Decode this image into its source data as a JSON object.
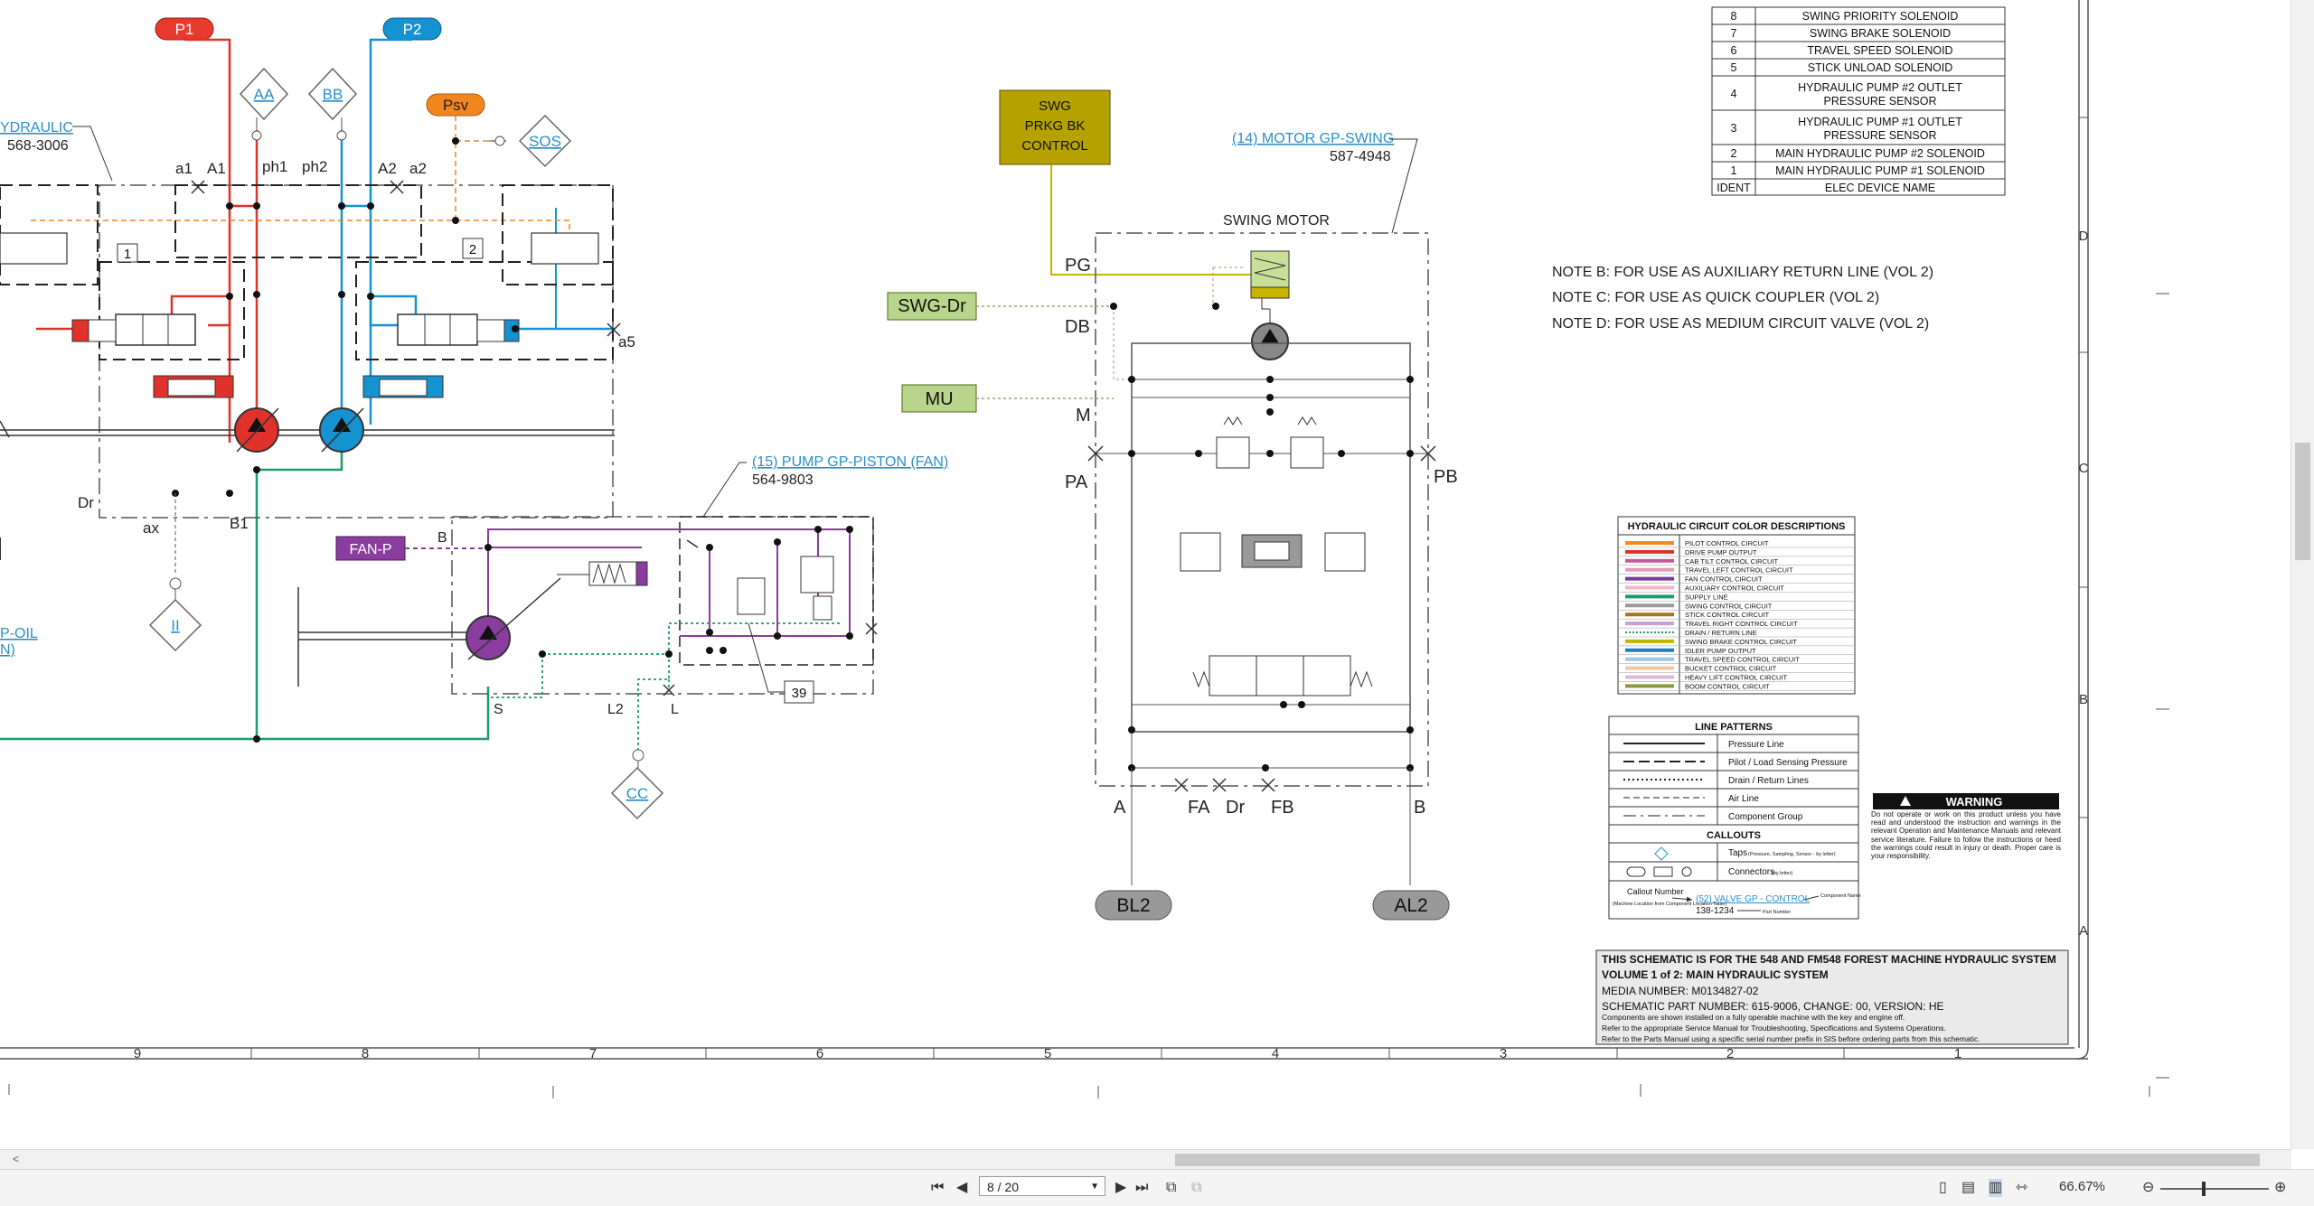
{
  "viewer": {
    "page_field": "8 / 20",
    "zoom": "66.67%"
  },
  "schematic": {
    "ports_top": {
      "p1": "P1",
      "p2": "P2",
      "psv": "Psv",
      "aa": "AA",
      "bb": "BB",
      "sos": "SOS"
    },
    "left_callout": {
      "name": "YDRAULIC",
      "part": "568-3006"
    },
    "left_callout2": {
      "l1": "P-OIL",
      "l2": "N)"
    },
    "pump_labels": {
      "a1": "a1",
      "A1": "A1",
      "ph1": "ph1",
      "ph2": "ph2",
      "A2": "A2",
      "a2": "a2",
      "a5": "a5",
      "Dr": "Dr",
      "ax": "ax",
      "B1": "B1",
      "n1": "1",
      "n2": "2"
    },
    "ii": "II",
    "fan_pump": {
      "callout": "(15) PUMP GP-PISTON (FAN)",
      "part": "564-9803",
      "fanp": "FAN-P",
      "B": "B",
      "S": "S",
      "L2": "L2",
      "L": "L",
      "n39": "39",
      "cc": "CC"
    },
    "swing": {
      "control_l1": "SWG",
      "control_l2": "PRKG BK",
      "control_l3": "CONTROL",
      "callout": "(14) MOTOR GP-SWING",
      "part": "587-4948",
      "title": "SWING MOTOR",
      "PG": "PG",
      "DB": "DB",
      "M": "M",
      "PA": "PA",
      "PB": "PB",
      "A": "A",
      "FA": "FA",
      "Dr": "Dr",
      "FB": "FB",
      "B": "B",
      "swgdr": "SWG-Dr",
      "mu": "MU",
      "bl2": "BL2",
      "al2": "AL2"
    },
    "notes": [
      "NOTE B: FOR USE AS AUXILIARY RETURN LINE (VOL 2)",
      "NOTE C: FOR USE AS QUICK COUPLER (VOL 2)",
      "NOTE D: FOR USE AS MEDIUM CIRCUIT VALVE (VOL 2)"
    ],
    "elec_table": {
      "rows": [
        {
          "id": "8",
          "name": "SWING PRIORITY SOLENOID"
        },
        {
          "id": "7",
          "name": "SWING BRAKE SOLENOID"
        },
        {
          "id": "6",
          "name": "TRAVEL SPEED SOLENOID"
        },
        {
          "id": "5",
          "name": "STICK UNLOAD SOLENOID"
        },
        {
          "id": "4",
          "name": "HYDRAULIC PUMP #2 OUTLET",
          "name2": "PRESSURE SENSOR"
        },
        {
          "id": "3",
          "name": "HYDRAULIC PUMP #1 OUTLET",
          "name2": "PRESSURE SENSOR"
        },
        {
          "id": "2",
          "name": "MAIN HYDRAULIC PUMP #2 SOLENOID"
        },
        {
          "id": "1",
          "name": "MAIN HYDRAULIC PUMP #1 SOLENOID"
        }
      ],
      "header_id": "IDENT",
      "header_name": "ELEC DEVICE NAME"
    },
    "color_legend": {
      "title": "HYDRAULIC CIRCUIT COLOR DESCRIPTIONS",
      "items": [
        {
          "label": "PILOT CONTROL CIRCUIT",
          "color": "#f08a24",
          "dash": false
        },
        {
          "label": "DRIVE PUMP OUTPUT",
          "color": "#d9302a",
          "dash": false
        },
        {
          "label": "CAB TILT CONTROL CIRCUIT",
          "color": "#c45a9c",
          "dash": false
        },
        {
          "label": "TRAVEL LEFT CONTROL CIRCUIT",
          "color": "#e39ab8",
          "dash": false
        },
        {
          "label": "FAN CONTROL CIRCUIT",
          "color": "#7e3b96",
          "dash": false
        },
        {
          "label": "AUXILIARY CONTROL CIRCUIT",
          "color": "#f2b8c8",
          "dash": false
        },
        {
          "label": "SUPPLY LINE",
          "color": "#1a9e6a",
          "dash": false
        },
        {
          "label": "SWING CONTROL CIRCUIT",
          "color": "#9a9a9a",
          "dash": false
        },
        {
          "label": "STICK CONTROL CIRCUIT",
          "color": "#a8741e",
          "dash": false
        },
        {
          "label": "TRAVEL RIGHT CONTROL CIRCUIT",
          "color": "#c5a0d6",
          "dash": false
        },
        {
          "label": "DRAIN / RETURN LINE",
          "color": "#1a9e6a",
          "dash": true
        },
        {
          "label": "SWING BRAKE CONTROL CIRCUIT",
          "color": "#c9b400",
          "dash": false
        },
        {
          "label": "IDLER PUMP OUTPUT",
          "color": "#1f7fc4",
          "dash": false
        },
        {
          "label": "TRAVEL SPEED CONTROL CIRCUIT",
          "color": "#9cc8e8",
          "dash": false
        },
        {
          "label": "BUCKET CONTROL CIRCUIT",
          "color": "#f0c8a0",
          "dash": false
        },
        {
          "label": "HEAVY LIFT CONTROL CIRCUIT",
          "color": "#d8b8d8",
          "dash": false
        },
        {
          "label": "BOOM CONTROL CIRCUIT",
          "color": "#8a9a3a",
          "dash": false
        }
      ]
    },
    "line_patterns": {
      "title": "LINE PATTERNS",
      "items": [
        "Pressure Line",
        "Pilot / Load Sensing Pressure",
        "Drain / Return Lines",
        "Air Line",
        "Component Group"
      ],
      "callouts_title": "CALLOUTS",
      "taps": "Taps",
      "taps_note": "(Pressure, Sampling, Sensor - by letter)",
      "connectors": "Connectors",
      "connectors_note": "(by letter)",
      "callout_number": "Callout Number",
      "callout_note": "(Machine Location from Component Location Table)",
      "callout_example": "(52) VALVE GP - CONTROL",
      "part_example": "138-1234",
      "component_name": "Component Name",
      "part_number": "Part Number"
    },
    "warning": {
      "title": "WARNING",
      "text": "Do not operate or work on this product unless you have read and understood the instruction and warnings in the relevant Operation and Maintenance Manuals and relevant service literature. Failure to follow the instructions or heed the warnings could result in injury or death. Proper care is your responsibility."
    },
    "title_block": {
      "l1": "THIS SCHEMATIC IS FOR THE 548 AND FM548 FOREST MACHINE HYDRAULIC SYSTEM",
      "l2": "VOLUME 1 of 2: MAIN HYDRAULIC SYSTEM",
      "l3": "MEDIA NUMBER: M0134827-02",
      "l4": "SCHEMATIC PART NUMBER: 615-9006, CHANGE: 00, VERSION: HE",
      "l5": "Components are shown installed on a fully operable machine with the key and engine off.",
      "l6": "Refer to the appropriate Service Manual for Troubleshooting, Specifications and Systems Operations.",
      "l7": "Refer to the Parts Manual using a specific serial number prefix in SIS before ordering parts from this schematic."
    },
    "grid_cols": [
      "9",
      "8",
      "7",
      "6",
      "5",
      "4",
      "3",
      "2",
      "1"
    ],
    "grid_rows": [
      "D",
      "C",
      "B",
      "A"
    ]
  }
}
